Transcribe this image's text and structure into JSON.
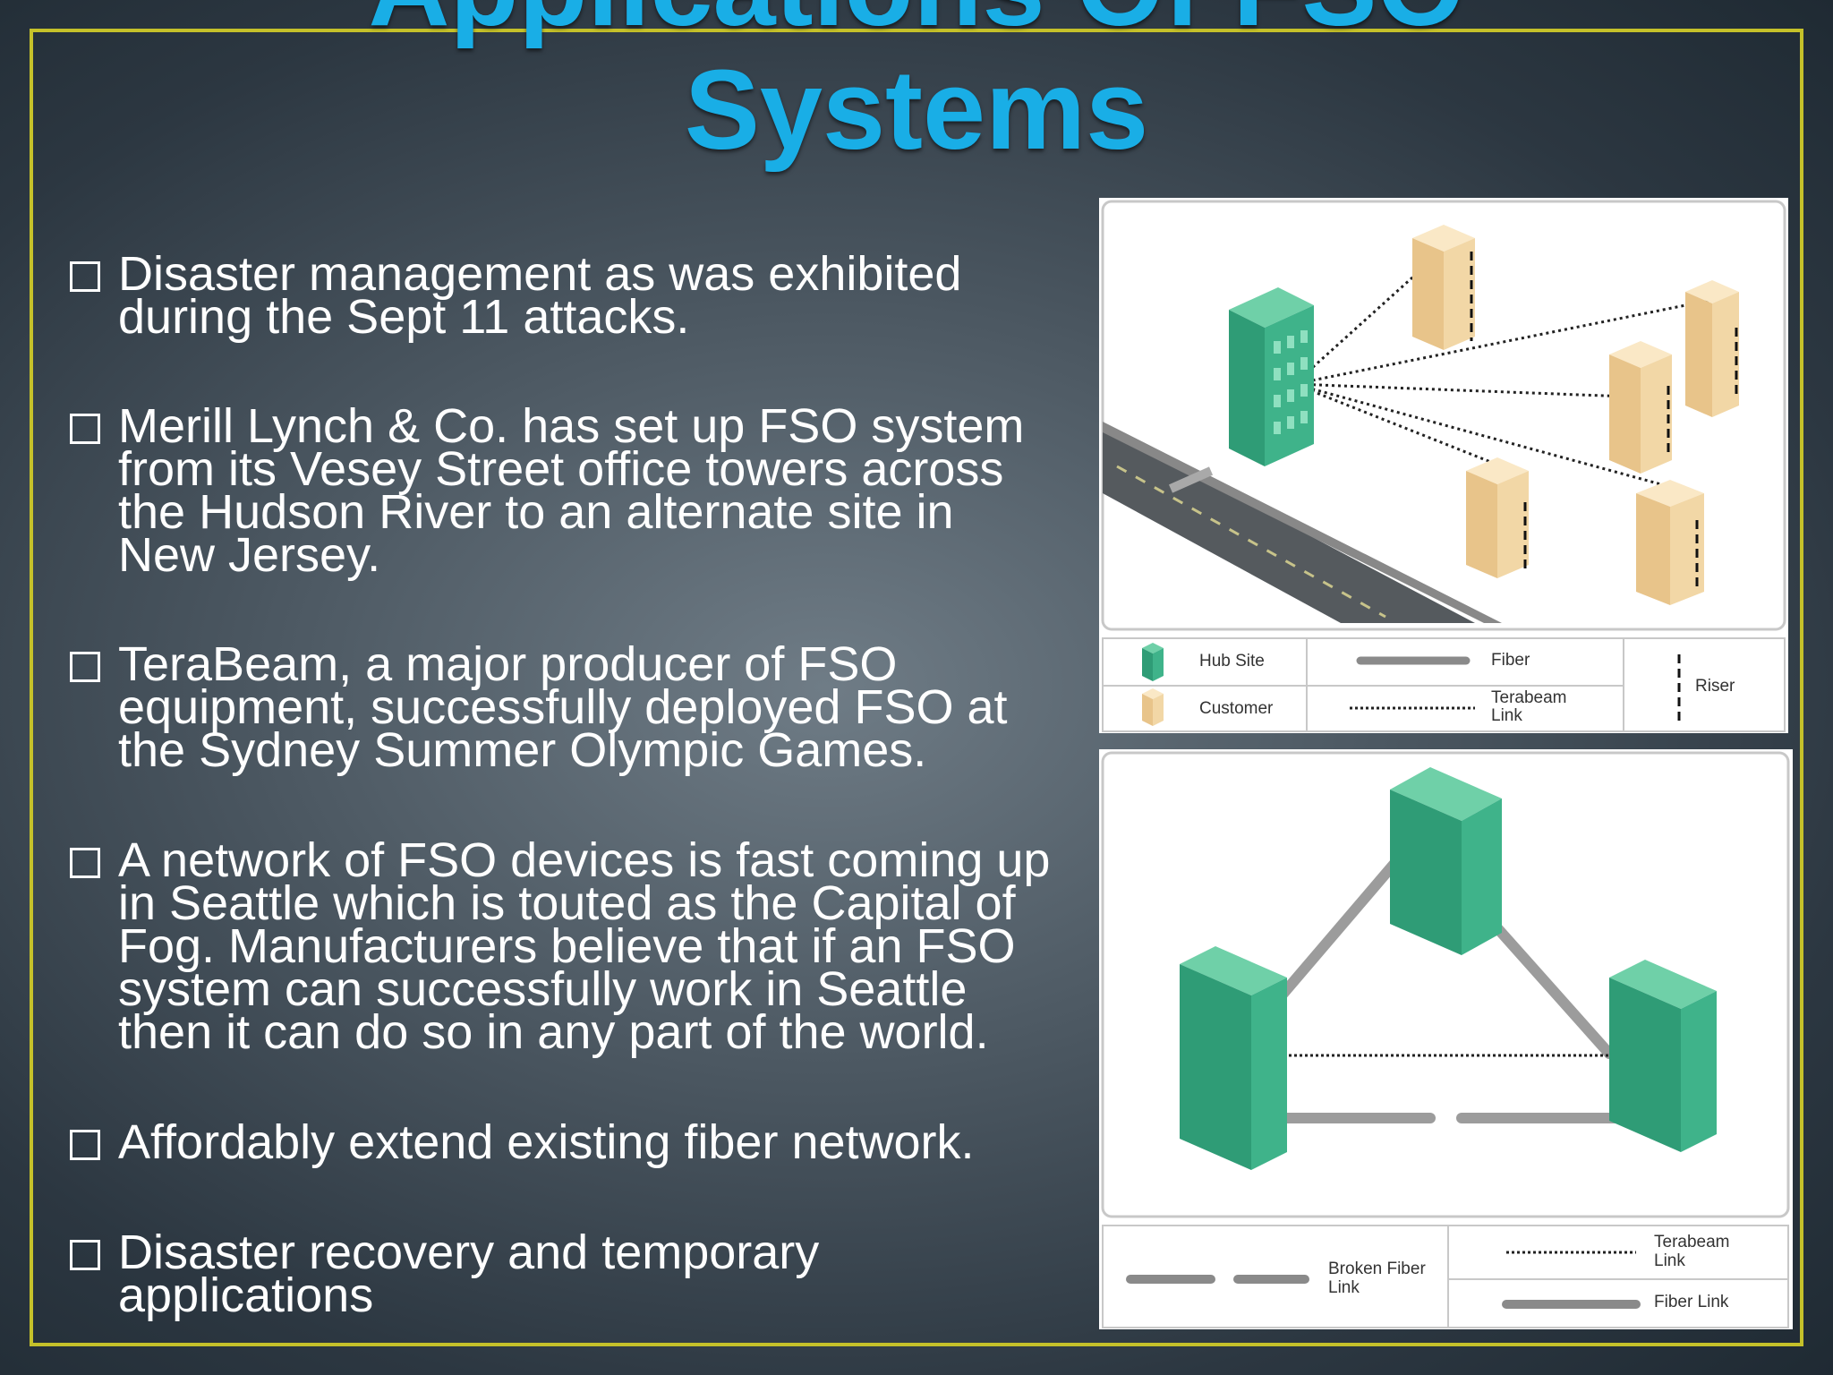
{
  "slide": {
    "title_line1": "Applications Of FSO",
    "title_line2": "Systems"
  },
  "bullets": [
    {
      "text": "Disaster management as was exhibited\nduring the Sept 11 attacks."
    },
    {
      "text": "Merill Lynch & Co. has set up FSO system\nfrom its Vesey Street office towers across\nthe Hudson River to an alternate site in\nNew Jersey."
    },
    {
      "text": "TeraBeam, a major producer of FSO\nequipment, successfully deployed FSO at\nthe Sydney Summer Olympic Games."
    },
    {
      "text": "A network of FSO devices is fast coming up\nin Seattle which is touted as the Capital of\nFog. Manufacturers believe that if an FSO\nsystem can successfully work in Seattle\nthen it can do so in any part of the world."
    },
    {
      "text": "Affordably extend existing fiber network."
    },
    {
      "text": "Disaster recovery and temporary\napplications"
    }
  ],
  "figure1": {
    "legend": {
      "hub_site": "Hub Site",
      "customer": "Customer",
      "fiber": "Fiber",
      "terabeam_link": "Terabeam Link",
      "riser": "Riser"
    }
  },
  "figure2": {
    "legend": {
      "broken_fiber_link": "Broken Fiber Link",
      "terabeam_link": "Terabeam Link",
      "fiber_link": "Fiber Link"
    }
  },
  "colors": {
    "title": "#19aee6",
    "frame": "#c5c12a",
    "hub_green": "#3fb38a",
    "customer_tan": "#f2d7a6"
  }
}
